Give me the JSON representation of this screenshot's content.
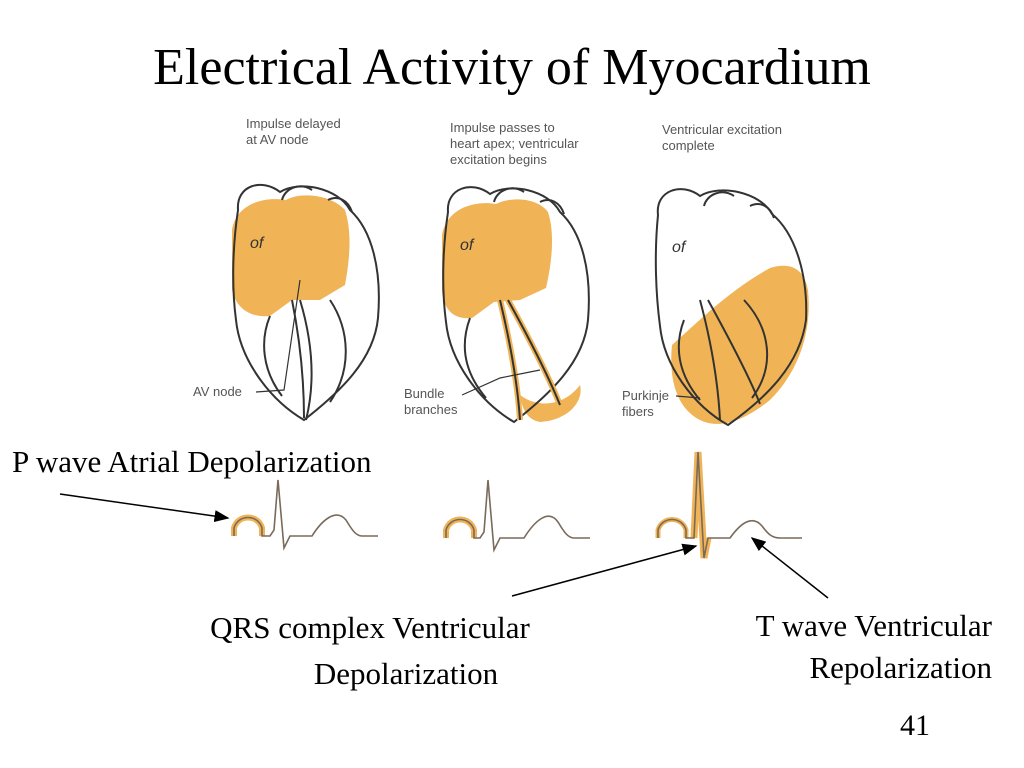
{
  "slide": {
    "title": "Electrical Activity of Myocardium",
    "page_number": "41"
  },
  "panels": [
    {
      "caption": "Impulse delayed\nat AV node",
      "structure_label": "AV node"
    },
    {
      "caption": "Impulse passes to\nheart apex; ventricular\nexcitation begins",
      "structure_label": "Bundle\nbranches"
    },
    {
      "caption": "Ventricular excitation\ncomplete",
      "structure_label": "Purkinje\nfibers"
    }
  ],
  "annotations": {
    "p_wave": "P wave Atrial Depolarization",
    "qrs_line1": "QRS complex Ventricular",
    "qrs_line2": "Depolarization",
    "t_wave_line1": "T wave Ventricular",
    "t_wave_line2": "Repolarization"
  },
  "colors": {
    "depolarized": "#f0b456",
    "outline": "#333333",
    "trace": "#7a6a5a"
  }
}
